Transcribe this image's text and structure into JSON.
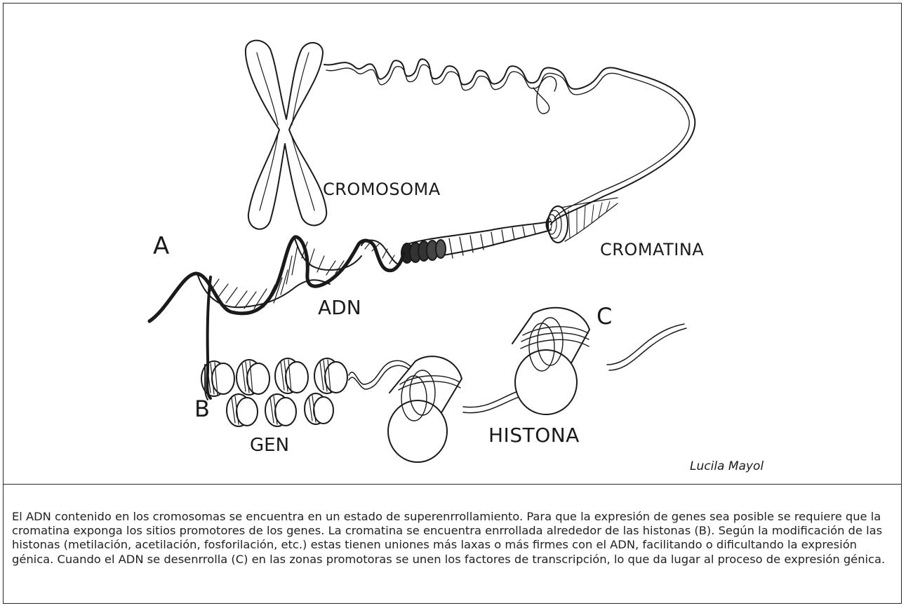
{
  "labels": {
    "cromosoma": "CROMOSOMA",
    "cromatina": "CROMATINA",
    "a": "A",
    "adn": "ADN",
    "c": "C",
    "b": "B",
    "gen": "GEN",
    "histona": "HISTONA"
  },
  "signature": "Lucila Mayol",
  "caption": "El ADN contenido en los cromosomas se encuentra en un estado de superenrrollamiento. Para que la expresión de genes sea posible se requiere que la cromatina exponga los sitios promotores de los genes. La cromatina se encuentra enrrollada alrededor de las histonas (B). Según la modificación de las histonas (metilación, acetilación, fosforilación, etc.) estas tienen uniones más laxas o más firmes con el ADN, facilitando o dificultando la expresión génica. Cuando el ADN se desenrrolla (C) en las zonas promotoras se unen los factores de transcripción, lo que da lugar al proceso de expresión génica."
}
